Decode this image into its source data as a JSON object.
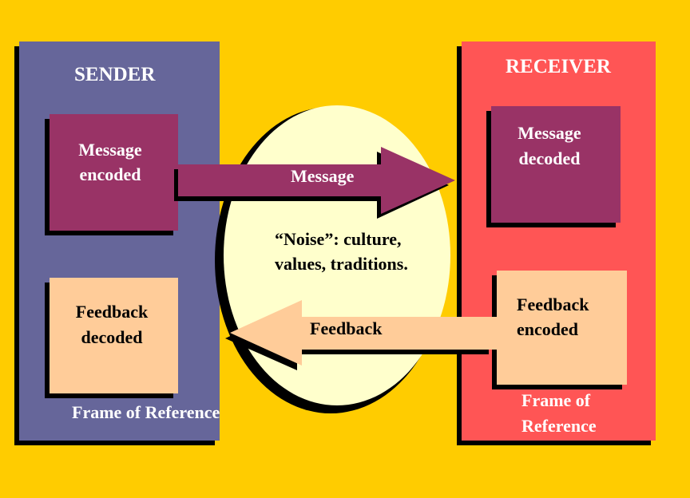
{
  "sender": {
    "title": "SENDER",
    "box_label_1": "Message",
    "box_label_2": "encoded",
    "feedback_label_1": "Feedback",
    "feedback_label_2": "decoded",
    "frame": "Frame of Reference"
  },
  "receiver": {
    "title": "RECEIVER",
    "box_label_1": "Message",
    "box_label_2": "decoded",
    "feedback_label_1": "Feedback",
    "feedback_label_2": "encoded",
    "frame_1": "Frame of",
    "frame_2": "Reference"
  },
  "noise": {
    "line_1": "“Noise”: culture,",
    "line_2": "values, traditions."
  },
  "arrows": {
    "message": "Message",
    "feedback": "Feedback"
  },
  "colors": {
    "background": "#ffcc00",
    "sender_panel": "#66669a",
    "receiver_panel": "#ff5555",
    "message_box": "#993366",
    "feedback_box": "#ffcc99",
    "noise_ellipse": "#ffffcc"
  }
}
